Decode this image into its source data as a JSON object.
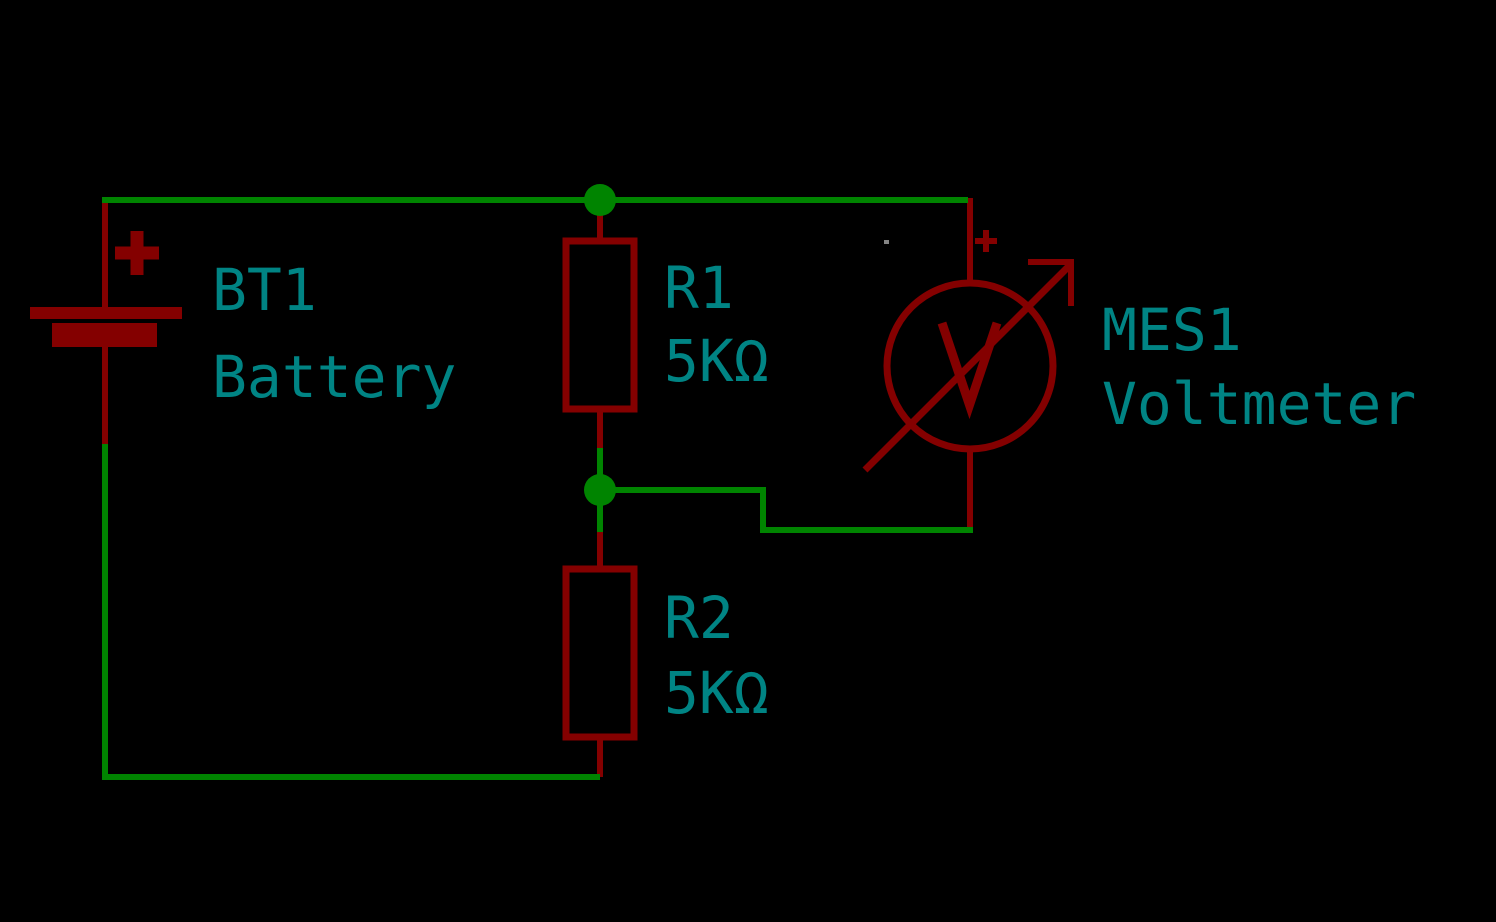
{
  "diagram": {
    "type": "circuit-schematic",
    "description": "Voltage divider: battery feeding two series resistors with a voltmeter measuring across the lower resistor",
    "colors": {
      "background": "#000000",
      "wire": "#008400",
      "junction": "#008400",
      "symbol": "#840000",
      "label": "#008484",
      "stray_dot": "#848484"
    },
    "components": {
      "battery": {
        "ref": "BT1",
        "value": "Battery",
        "polarity_marker": "+"
      },
      "resistor1": {
        "ref": "R1",
        "value": "5KΩ"
      },
      "resistor2": {
        "ref": "R2",
        "value": "5KΩ"
      },
      "voltmeter": {
        "ref": "MES1",
        "value": "Voltmeter",
        "meter_letter": "V",
        "polarity_marker": "+"
      }
    }
  }
}
